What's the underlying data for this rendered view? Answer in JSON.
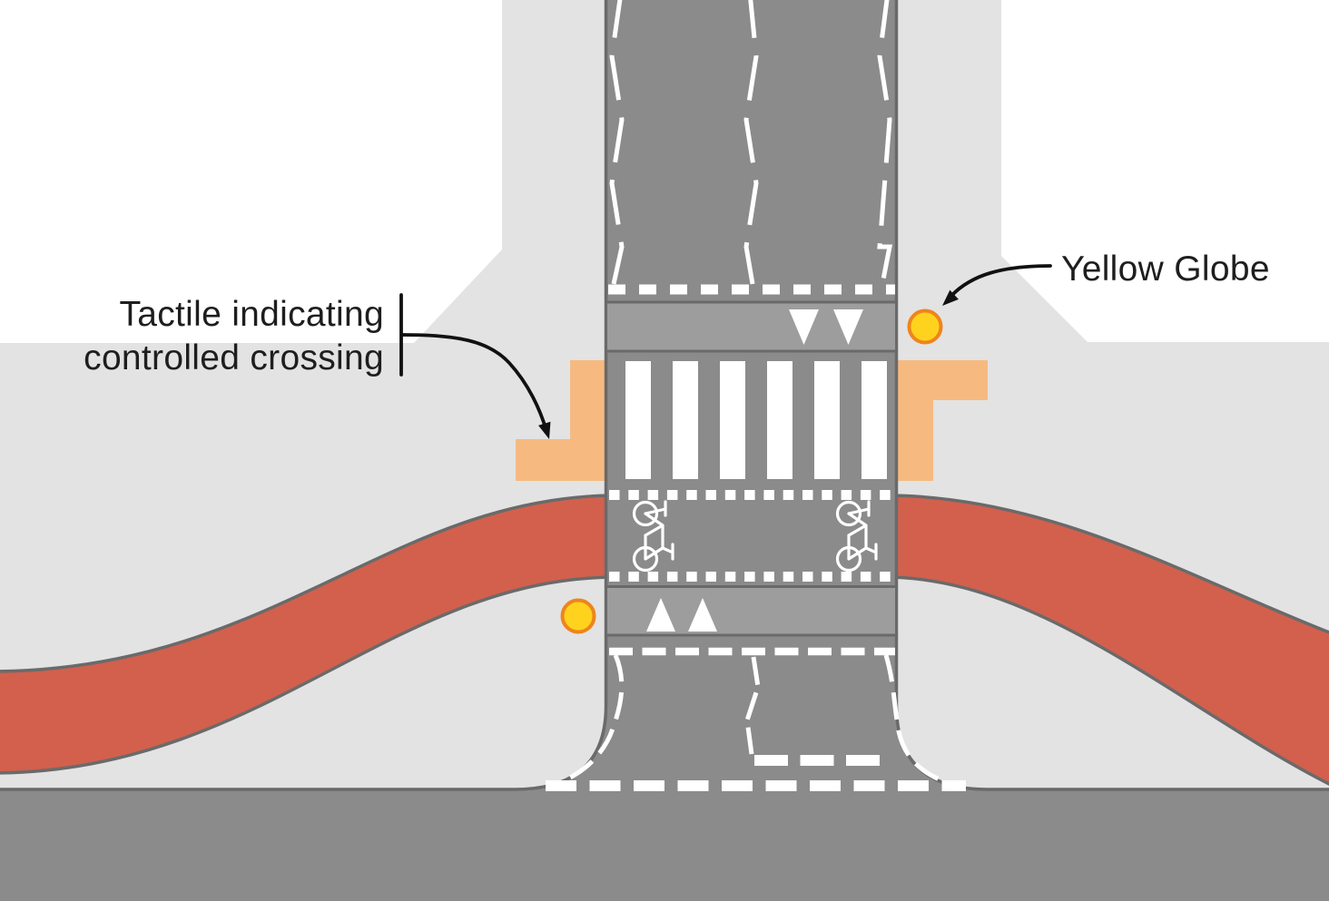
{
  "labels": {
    "tactile_line1": "Tactile indicating",
    "tactile_line2": "controlled crossing",
    "yellow_globe": "Yellow Globe"
  },
  "counts": {
    "zebra_stripes": 6,
    "yellow_globes": 2,
    "bicycle_symbols": 2,
    "give_way_triangles_top_band": 2,
    "give_way_triangles_bottom_band": 2
  },
  "colors": {
    "background": "#ffffff",
    "footpath": "#e3e3e3",
    "road": "#8b8b8b",
    "road_edge": "#6a6a6a",
    "give_way_band": "#9d9d9d",
    "marking_white": "#ffffff",
    "cycle_path_red": "#d2604d",
    "tactile_orange": "#f6ba80",
    "globe_yellow": "#ffd21d",
    "globe_ring_orange": "#ee851c",
    "label_text": "#1e1e1e",
    "leader_black": "#111111"
  }
}
